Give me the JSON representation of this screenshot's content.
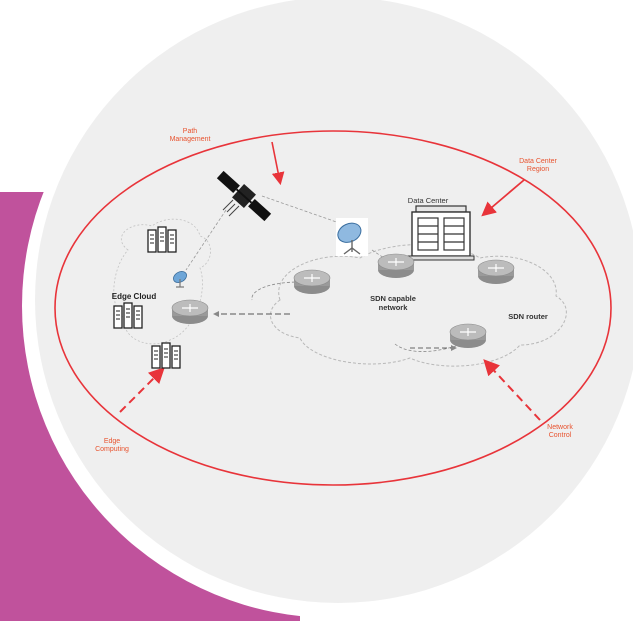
{
  "colors": {
    "accent_magenta": "#c0529c",
    "circle_bg": "#efefef",
    "ellipse_red": "#e8343a",
    "label_red": "#e8532f",
    "text_dark": "#333333"
  },
  "labels": {
    "path_management": [
      "Path",
      "Management"
    ],
    "data_center_region": [
      "Data Center",
      "Region"
    ],
    "data_center": "Data Center",
    "edge_cloud": "Edge Cloud",
    "sdn_network": [
      "SDN capable",
      "network"
    ],
    "sdn_router": "SDN router",
    "edge_computing": [
      "Edge",
      "Computing"
    ],
    "network_control": [
      "Network",
      "Control"
    ]
  },
  "icons": [
    "satellite-icon",
    "dish-antenna-icon",
    "satellite-dish-icon",
    "server-rack-icon",
    "router-icon",
    "server-building-icon"
  ]
}
